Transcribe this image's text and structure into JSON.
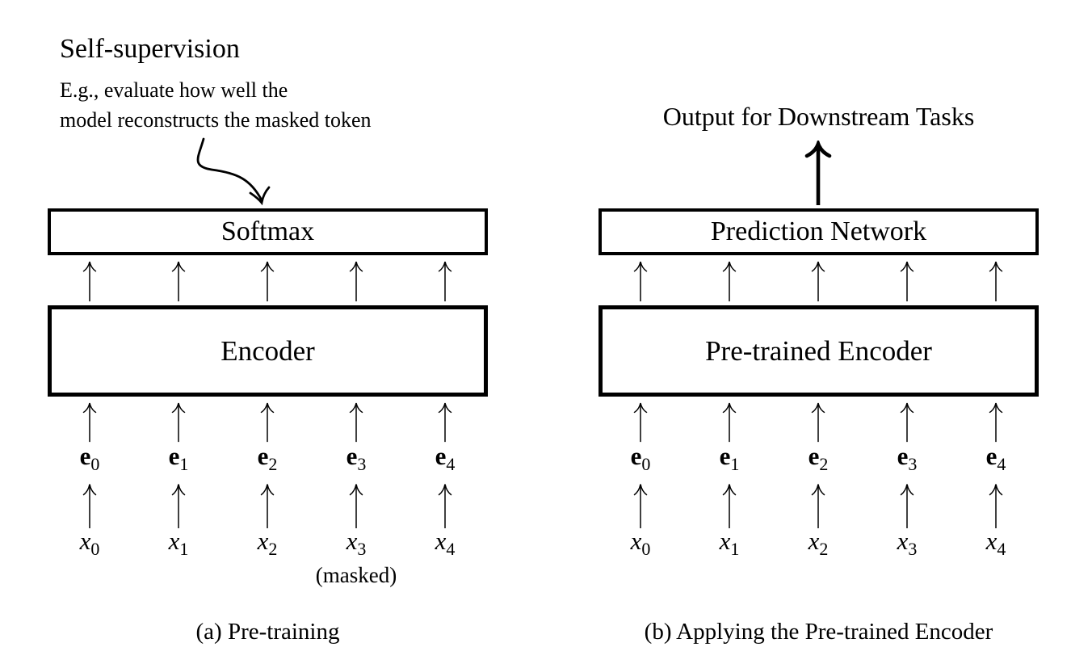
{
  "figure": {
    "ink_color": "#000000",
    "background_color": "#ffffff"
  },
  "panel_a": {
    "annotation": {
      "title": "Self-supervision",
      "line1": "E.g., evaluate how well the",
      "line2": "model reconstructs the masked token"
    },
    "top_box_label": "Softmax",
    "main_box_label": "Encoder",
    "embeddings": [
      {
        "base": "e",
        "sub": "0"
      },
      {
        "base": "e",
        "sub": "1"
      },
      {
        "base": "e",
        "sub": "2"
      },
      {
        "base": "e",
        "sub": "3"
      },
      {
        "base": "e",
        "sub": "4"
      }
    ],
    "inputs": [
      {
        "base": "x",
        "sub": "0"
      },
      {
        "base": "x",
        "sub": "1"
      },
      {
        "base": "x",
        "sub": "2"
      },
      {
        "base": "x",
        "sub": "3",
        "note": "(masked)"
      },
      {
        "base": "x",
        "sub": "4"
      }
    ],
    "masked_note": "(masked)",
    "caption": "(a) Pre-training"
  },
  "panel_b": {
    "output_label": "Output for Downstream Tasks",
    "top_box_label": "Prediction Network",
    "main_box_label": "Pre-trained Encoder",
    "embeddings": [
      {
        "base": "e",
        "sub": "0"
      },
      {
        "base": "e",
        "sub": "1"
      },
      {
        "base": "e",
        "sub": "2"
      },
      {
        "base": "e",
        "sub": "3"
      },
      {
        "base": "e",
        "sub": "4"
      }
    ],
    "inputs": [
      {
        "base": "x",
        "sub": "0"
      },
      {
        "base": "x",
        "sub": "1"
      },
      {
        "base": "x",
        "sub": "2"
      },
      {
        "base": "x",
        "sub": "3"
      },
      {
        "base": "x",
        "sub": "4"
      }
    ],
    "caption": "(b) Applying the Pre-trained Encoder"
  }
}
